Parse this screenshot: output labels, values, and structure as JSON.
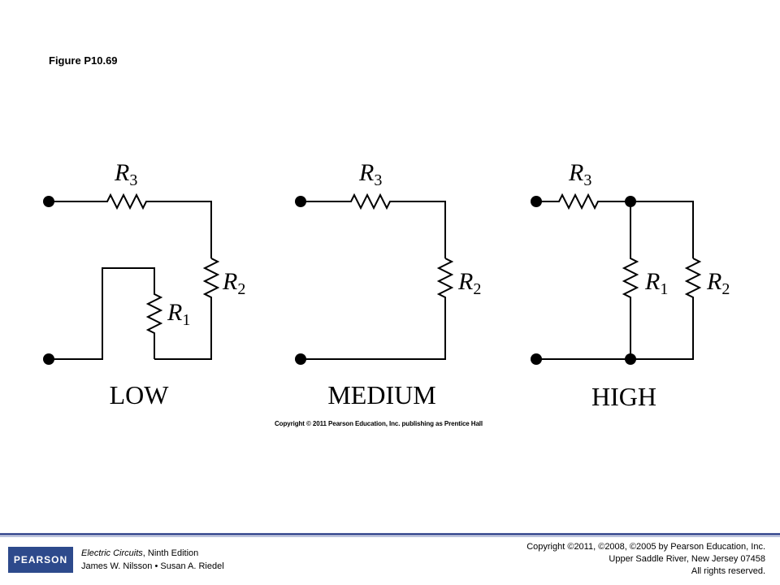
{
  "figure_title": "Figure P10.69",
  "circuits": [
    {
      "label": "LOW",
      "components": [
        {
          "name": "R",
          "sub": "3"
        },
        {
          "name": "R",
          "sub": "2"
        },
        {
          "name": "R",
          "sub": "1"
        }
      ]
    },
    {
      "label": "MEDIUM",
      "components": [
        {
          "name": "R",
          "sub": "3"
        },
        {
          "name": "R",
          "sub": "2"
        }
      ]
    },
    {
      "label": "HIGH",
      "components": [
        {
          "name": "R",
          "sub": "3"
        },
        {
          "name": "R",
          "sub": "1"
        },
        {
          "name": "R",
          "sub": "2"
        }
      ]
    }
  ],
  "figure_copyright": "Copyright © 2011 Pearson Education, Inc. publishing as Prentice Hall",
  "footer": {
    "logo_text": "PEARSON",
    "book_title": "Electric Circuits",
    "edition": ", Ninth Edition",
    "authors": "James W. Nilsson • Susan A. Riedel",
    "copyright_line1": "Copyright ©2011, ©2008, ©2005 by Pearson Education, Inc.",
    "copyright_line2": "Upper Saddle River, New Jersey 07458",
    "copyright_line3": "All rights reserved."
  },
  "colors": {
    "footer_rule": "#4a5a9a",
    "logo_bg": "#2d4a8c"
  }
}
